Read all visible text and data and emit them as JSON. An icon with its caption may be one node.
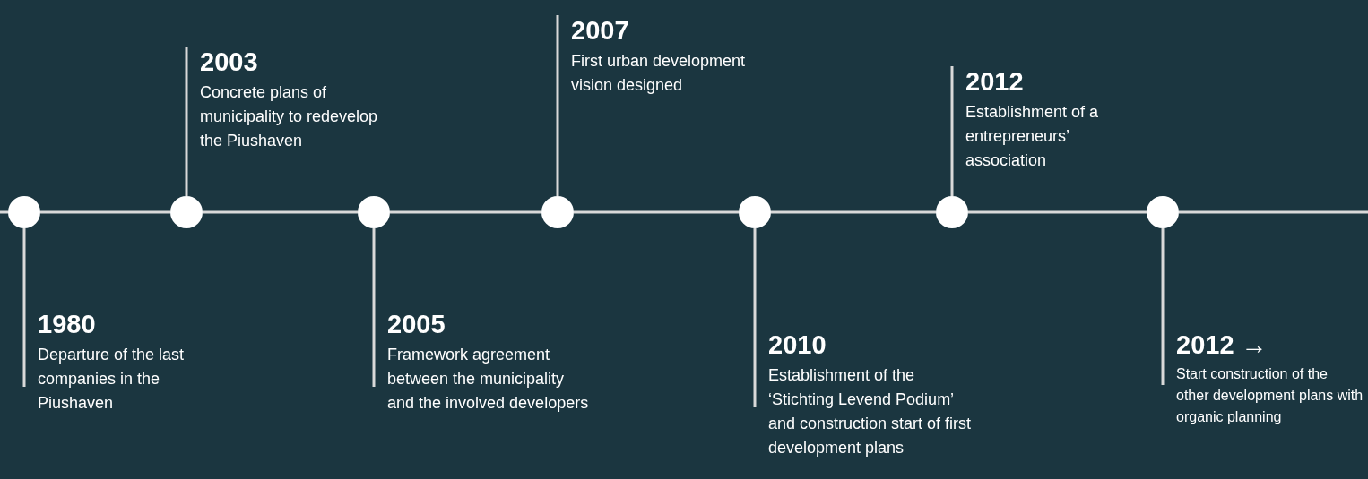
{
  "diagram": {
    "nodes": [
      {
        "text": [],
        "shape": "circle"
      },
      {
        "text": [],
        "shape": "circle"
      },
      {
        "text": [],
        "shape": "circle"
      },
      {
        "text": [],
        "shape": "circle"
      },
      {
        "text": [],
        "shape": "circle"
      },
      {
        "text": [],
        "shape": "circle"
      },
      {
        "text": [],
        "shape": "circle"
      },
      {
        "text": [
          "1980",
          "Departure of the last companies in the Piushaven"
        ]
      },
      {
        "text": [
          "2003",
          "Concrete plans of municipality to redevelop the Piushaven"
        ]
      },
      {
        "text": [
          "2005",
          "Framework agreement between the municipality and the involved developers"
        ]
      },
      {
        "text": [
          "2007",
          "First urban development vision designed"
        ]
      },
      {
        "text": [
          "2010",
          "Establishment of the ‘Stichting Levend Podium’ and construction start of first development plans"
        ]
      },
      {
        "text": [
          "2012",
          "Establishment of a entrepreneurs’ association"
        ]
      },
      {
        "text": [
          "2012 →",
          "Start construction of the other development plans with organic planning"
        ]
      }
    ],
    "edges": [
      {
        "from": null,
        "to": 0,
        "arrow": "none"
      },
      {
        "from": 0,
        "to": 1,
        "arrow": "none"
      },
      {
        "from": 1,
        "to": 2,
        "arrow": "none"
      },
      {
        "from": 2,
        "to": 3,
        "arrow": "none"
      },
      {
        "from": 3,
        "to": 4,
        "arrow": "none"
      },
      {
        "from": 4,
        "to": 5,
        "arrow": "none"
      },
      {
        "from": 5,
        "to": 6,
        "arrow": "none"
      },
      {
        "from": 6,
        "to": null,
        "arrow": "none"
      },
      {
        "from": 0,
        "to": 7,
        "arrow": "none"
      },
      {
        "from": 1,
        "to": 8,
        "arrow": "none"
      },
      {
        "from": 2,
        "to": 9,
        "arrow": "none"
      },
      {
        "from": 3,
        "to": 10,
        "arrow": "none"
      },
      {
        "from": 4,
        "to": 11,
        "arrow": "none"
      },
      {
        "from": 5,
        "to": 12,
        "arrow": "none"
      },
      {
        "from": 6,
        "to": 13,
        "arrow": "none"
      }
    ]
  }
}
